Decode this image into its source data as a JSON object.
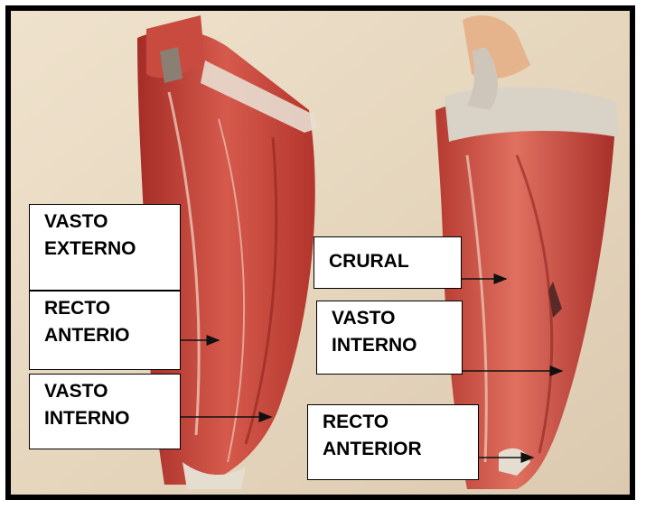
{
  "colors": {
    "frame": "#000000",
    "background": "#e9d9c2",
    "muscle": "#c8433a",
    "tendon": "#e6ddd1",
    "label_bg": "#ffffff"
  },
  "labels": {
    "vasto_externo": {
      "line1": "VASTO",
      "line2": "EXTERNO"
    },
    "recto_anterio": {
      "line1": "RECTO",
      "line2": "ANTERIO"
    },
    "vasto_interno_left": {
      "line1": "VASTO",
      "line2": "INTERNO"
    },
    "crural": {
      "line1": "CRURAL"
    },
    "vasto_interno_right": {
      "line1": "VASTO",
      "line2": "INTERNO"
    },
    "recto_anterior": {
      "line1": "RECTO",
      "line2": "ANTERIOR"
    }
  }
}
